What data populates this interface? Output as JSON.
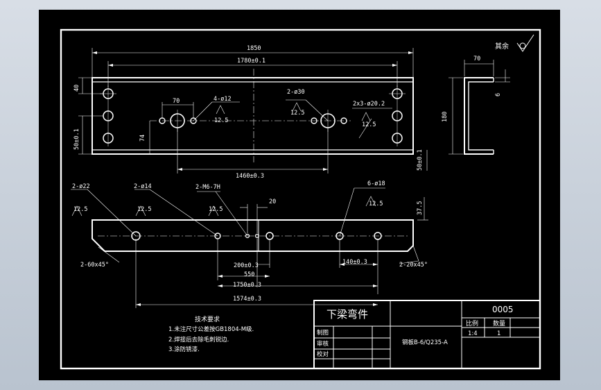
{
  "view": {
    "front": {
      "overall_length": "1850",
      "hole_span": "1780±0.1",
      "edge_offset": "40",
      "row_pitch": "50±0.1",
      "center_hole_height": "74",
      "center_pitch": "1460±0.3",
      "small_spacing": "70",
      "callout_4_d12": "4-ø12",
      "callout_2_d30": "2-ø30",
      "callout_2x3_d20": "2x3-ø20.2",
      "ra": "12.5"
    },
    "side": {
      "flange_width": "70",
      "thickness": "6",
      "height": "180",
      "web_bottom": "50±0.1"
    },
    "bottom": {
      "callout_2_d22": "2-ø22",
      "callout_2_d14": "2-ø14",
      "callout_thread": "2-M6-7H",
      "callout_6_d18": "6-ø18",
      "gap_20": "20",
      "height_37_5": "37.5",
      "chamfer_left": "2-60x45°",
      "chamfer_right": "2-20x45°",
      "dim_200": "200±0.3",
      "dim_550": "550",
      "dim_140": "140±0.3",
      "dim_1750": "1750±0.3",
      "dim_1574": "1574±0.3",
      "ra": "12.5"
    }
  },
  "roughness": {
    "label": "其余"
  },
  "notes": {
    "title": "技术要求",
    "lines": [
      "1.未注尺寸公差按GB1804-M级.",
      "2.焊接后去除毛刺锐边.",
      "3.涂防锈漆."
    ]
  },
  "title_block": {
    "part_name": "下梁弯件",
    "drawing_no": "0005",
    "scale_header": "比例",
    "qty_header": "数量",
    "scale_value": "1:4",
    "qty_value": "1",
    "material": "钢板B-6/Q235-A",
    "row_labels": [
      "制图",
      "审核",
      "校对"
    ]
  },
  "colors": {
    "background": "#000000",
    "lines": "#ffffff",
    "frame_outer": "#c9d1db"
  }
}
